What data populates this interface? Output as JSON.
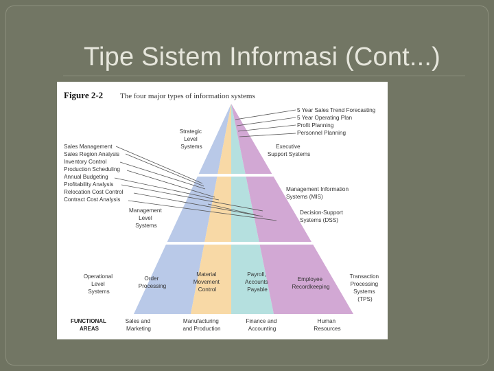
{
  "slide": {
    "title": "Tipe Sistem Informasi (Cont...)"
  },
  "figure": {
    "label": "Figure 2-2",
    "caption": "The four major types of information systems",
    "levels": {
      "strategic": [
        "Strategic",
        "Level",
        "Systems"
      ],
      "management": [
        "Management",
        "Level",
        "Systems"
      ],
      "operational": [
        "Operational",
        "Level",
        "Systems"
      ]
    },
    "strategic_tasks": [
      "5 Year Sales Trend Forecasting",
      "5 Year Operating Plan",
      "Profit Planning",
      "Personnel Planning"
    ],
    "management_tasks": [
      "Sales Management",
      "Sales Region Analysis",
      "Inventory Control",
      "Production Scheduling",
      "Annual Budgeting",
      "Profitability Analysis",
      "Relocation Cost Control",
      "Contract Cost Analysis"
    ],
    "system_types": {
      "ess": [
        "Executive",
        "Support Systems"
      ],
      "mis": [
        "Management Information",
        "Systems (MIS)"
      ],
      "dss": [
        "Decision-Support",
        "Systems (DSS)"
      ],
      "tps": [
        "Transaction",
        "Processing",
        "Systems",
        "(TPS)"
      ]
    },
    "operational_tasks": {
      "order": [
        "Order",
        "Processing"
      ],
      "material": [
        "Material",
        "Movement",
        "Control"
      ],
      "payroll": [
        "Payroll,",
        "Accounts",
        "Payable"
      ],
      "employee": [
        "Employee",
        "Recordkeeping"
      ]
    },
    "functional_areas_label": [
      "FUNCTIONAL",
      "AREAS"
    ],
    "functional_areas": [
      [
        "Sales and",
        "Marketing"
      ],
      [
        "Manufacturing",
        "and Production"
      ],
      [
        "Finance and",
        "Accounting"
      ],
      [
        "Human",
        "Resources"
      ]
    ],
    "colors": {
      "sales": "#b9c9e8",
      "manufacturing": "#f8d9a6",
      "finance": "#b5e0df",
      "hr": "#d2a8d4",
      "divider": "#ffffff",
      "leader_line": "#555555"
    }
  }
}
